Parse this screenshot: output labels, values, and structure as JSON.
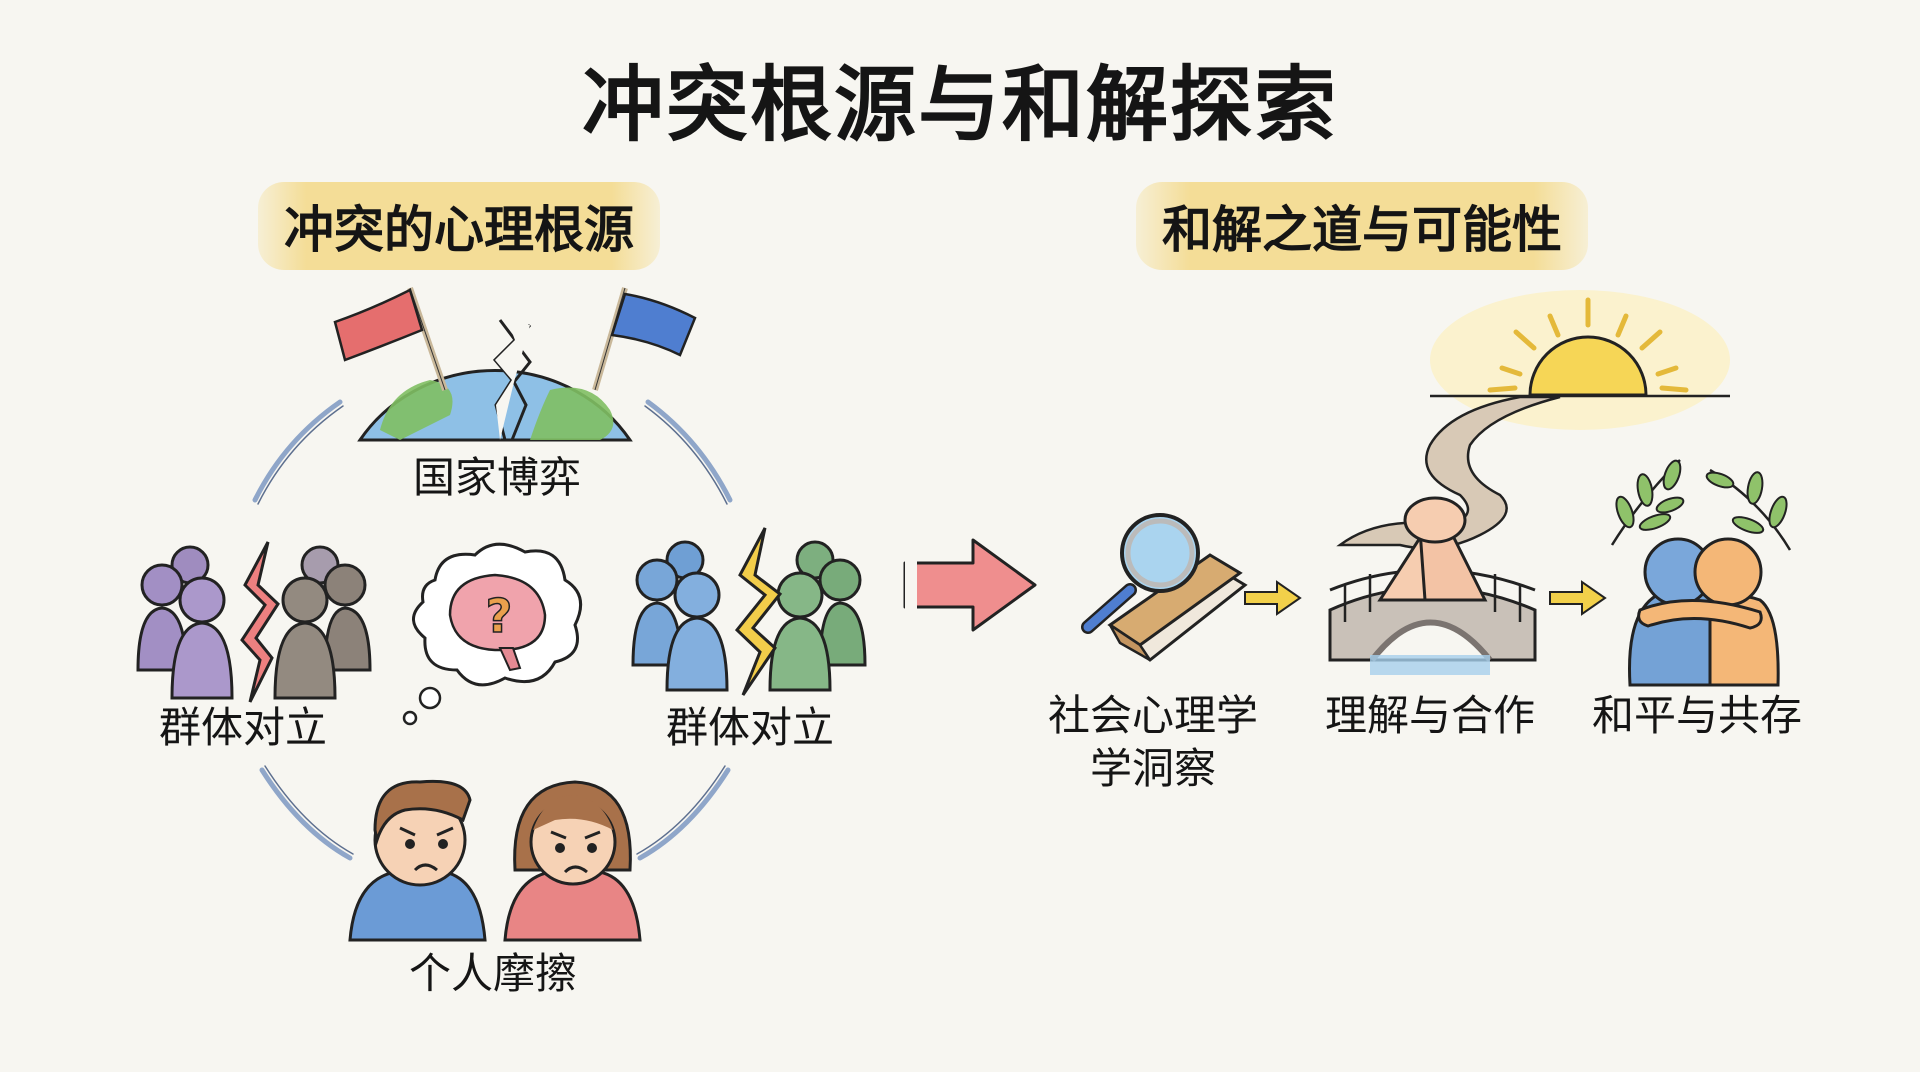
{
  "title": "冲突根源与和解探索",
  "left_section": {
    "heading": "冲突的心理根源",
    "center_icon": "brain-question-thought-bubble",
    "nodes": [
      {
        "id": "national",
        "label": "国家博弈",
        "icon": "cracked-globe-with-red-and-blue-flags"
      },
      {
        "id": "group-left",
        "label": "群体对立",
        "icon": "purple-vs-gray-groups-red-lightning"
      },
      {
        "id": "group-right",
        "label": "群体对立",
        "icon": "blue-vs-green-groups-yellow-lightning"
      },
      {
        "id": "personal",
        "label": "个人摩擦",
        "icon": "angry-man-and-woman"
      }
    ]
  },
  "right_section": {
    "heading": "和解之道与可能性",
    "steps": [
      {
        "id": "insight",
        "label_line1": "社会心理学",
        "label_line2": "学洞察",
        "icon": "magnifying-glass-on-book"
      },
      {
        "id": "cooperation",
        "label": "理解与合作",
        "icon": "clasped-hands-over-bridge"
      },
      {
        "id": "peace",
        "label": "和平与共存",
        "icon": "hugging-figures-with-olive-branches"
      }
    ],
    "decorations": [
      "rising-sun",
      "winding-path"
    ]
  },
  "colors": {
    "background": "#f7f6f1",
    "highlight": "#f4dd97",
    "arrow_main": "#e8777a",
    "arrow_small": "#f2d04a",
    "ring": "#8fa6c9"
  }
}
